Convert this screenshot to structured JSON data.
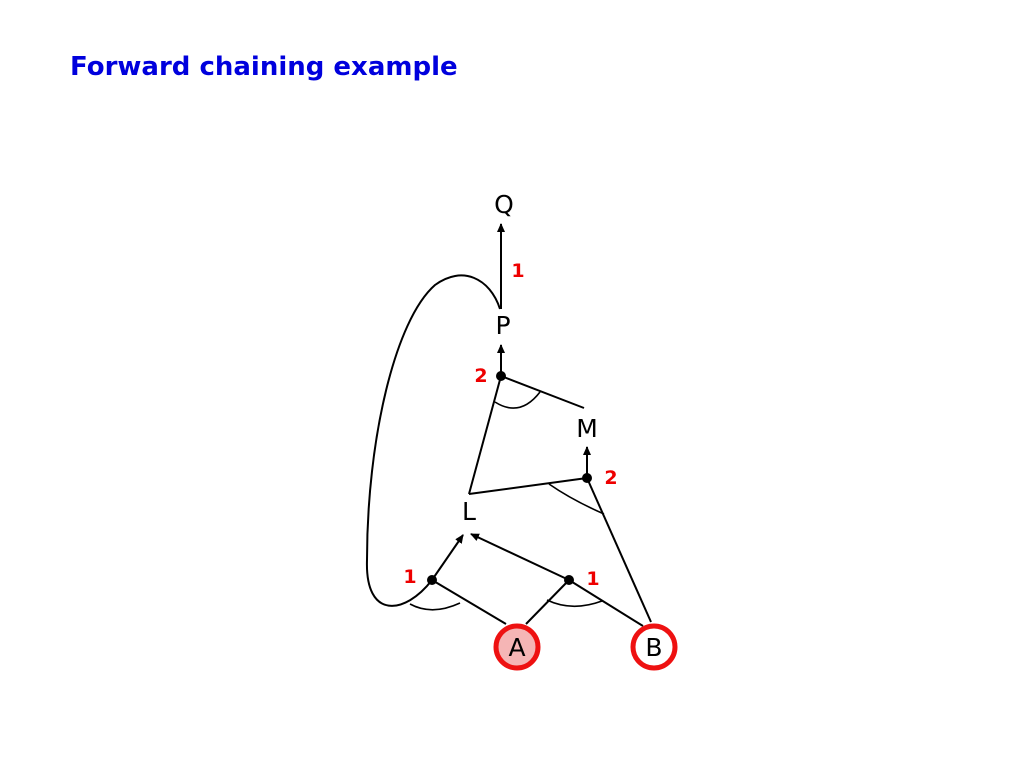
{
  "slide": {
    "title": "Forward chaining example"
  },
  "diagram": {
    "nodes": {
      "q": "Q",
      "p": "P",
      "m": "M",
      "l": "L",
      "a": "A",
      "b": "B"
    },
    "counts": {
      "p_to_q": "1",
      "lm_to_p": "2",
      "bl_to_m": "2",
      "ap_to_l": "1",
      "ab_to_l": "1"
    },
    "known_facts": [
      "A",
      "B"
    ],
    "colors": {
      "title": "#0000dd",
      "count": "#ee0000",
      "fact_ring": "#ee1111",
      "inferred_fill": "#f5b5b5",
      "line": "#000000"
    }
  }
}
